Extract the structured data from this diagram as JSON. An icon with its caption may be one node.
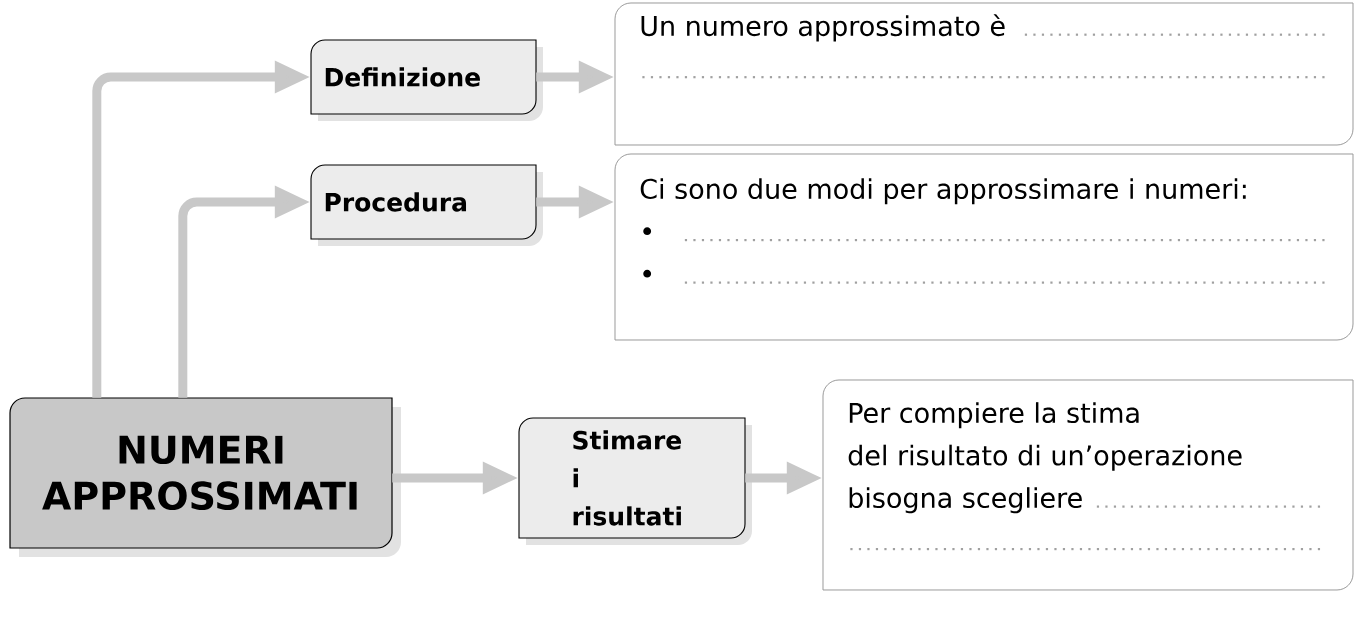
{
  "diagram": {
    "nodes": [
      {
        "text": [
          "NUMERI APPROSSIMATI"
        ]
      },
      {
        "text": [
          "Definizione"
        ]
      },
      {
        "text": [
          "Procedura"
        ]
      },
      {
        "text": [
          "Stimare i risultati"
        ]
      },
      {
        "text": [
          "Un numero approssimato è"
        ]
      },
      {
        "text": [
          "Ci sono due modi per approssimare i numeri:"
        ]
      },
      {
        "text": [
          "Per compiere la stima del risultato di un’operazione bisogna scegliere"
        ]
      }
    ],
    "edges": [
      {
        "from": 0,
        "to": 1,
        "arrow": "to"
      },
      {
        "from": 0,
        "to": 2,
        "arrow": "to"
      },
      {
        "from": 0,
        "to": 3,
        "arrow": "to"
      },
      {
        "from": 1,
        "to": 4,
        "arrow": "to"
      },
      {
        "from": 2,
        "to": 5,
        "arrow": "to"
      },
      {
        "from": 3,
        "to": 6,
        "arrow": "to"
      }
    ],
    "labels": [
      "•",
      "•"
    ]
  }
}
